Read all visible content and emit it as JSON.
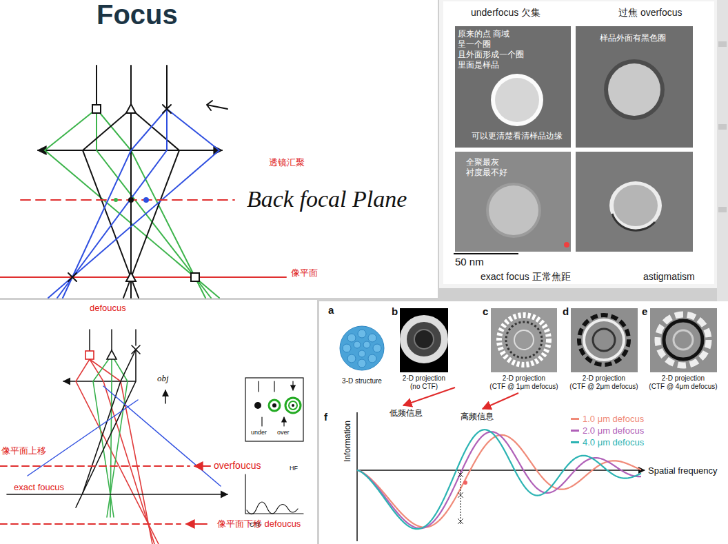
{
  "diagram": {
    "title": "Focus",
    "nodes": [
      {
        "text": [
          "underfocus 欠集",
          "原来的点 商域 呈一个圈 且外面形成一个圈 里面是样品",
          "可以更清楚看清样品边缘"
        ]
      },
      {
        "text": [
          "过焦 overfocus",
          "样品外面有黑色圈"
        ]
      },
      {
        "text": [
          "全聚最灰 衬度最不好",
          "exact focus 正常焦距"
        ]
      },
      {
        "text": [
          "astigmatism"
        ]
      },
      {
        "text": [
          "a",
          "3-D structure"
        ]
      },
      {
        "text": [
          "b",
          "2-D projection",
          "(no CTF)"
        ]
      },
      {
        "text": [
          "c",
          "2-D projection",
          "(CTF @ 1μm defocus)"
        ]
      },
      {
        "text": [
          "d",
          "2-D projection",
          "(CTF @ 2μm defocus)"
        ]
      },
      {
        "text": [
          "e",
          "2-D projection",
          "(CTF @ 4μm defocus)"
        ]
      }
    ],
    "labels": [
      "透镜汇聚",
      "Back focal Plane",
      "像平面",
      "defoucus",
      "obj",
      "像平面上移",
      "overfoucus",
      "exact foucus",
      "像平面下移 defoucus",
      "under",
      "over",
      "HF",
      "CTF",
      "50 nm",
      "低频信息",
      "高频信息",
      "f",
      "Information",
      "Spatial frequency"
    ],
    "legend": [
      {
        "text": "1.0 μm defocus",
        "color": "#f08a78"
      },
      {
        "text": "2.0 μm defocus",
        "color": "#b060b8"
      },
      {
        "text": "4.0 μm defocus",
        "color": "#2bb3b3"
      }
    ]
  }
}
